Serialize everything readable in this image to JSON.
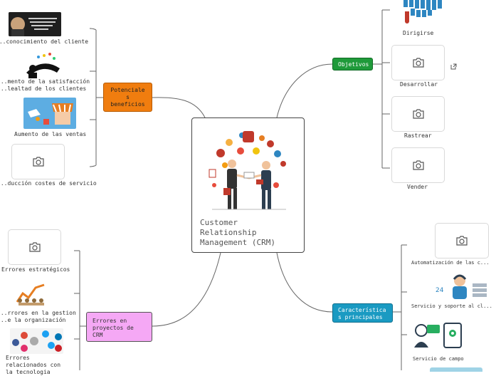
{
  "central": {
    "title": "Customer\nRelationship\nManagement (CRM)"
  },
  "branches": {
    "beneficios": {
      "label": "Potenciale\ns\nbeneficios",
      "color": "#f07d0f",
      "children": [
        "...conocimiento del cliente",
        "...mento de la satisfacción\n...lealtad de los clientes",
        "Aumento de las ventas",
        "...ducción costes de servicio"
      ]
    },
    "errores": {
      "label": "Errores en\nproyectos de\nCRM",
      "color": "#f5a8f5",
      "children": [
        "Errores estratégicos",
        "...rrores en la gestion\n...e la organización",
        "Errores\nrelacionados con\nla tecnologia"
      ]
    },
    "objetivos": {
      "label": "Objetivos",
      "color": "#1f9a3a",
      "children": [
        "Dirigirse",
        "Desarrollar",
        "Rastrear",
        "Vender"
      ]
    },
    "caracteristicas": {
      "label": "Característica\ns principales",
      "color": "#1a9ac2",
      "children": [
        "Automatización  de  las  c...",
        "Servicio  y  soporte  al  cl...",
        "Servicio de campo"
      ]
    }
  },
  "icons": {
    "camera": "camera-icon",
    "external_link": "external-link-icon"
  },
  "colors": {
    "line": "#666666",
    "central_border": "#444444"
  }
}
